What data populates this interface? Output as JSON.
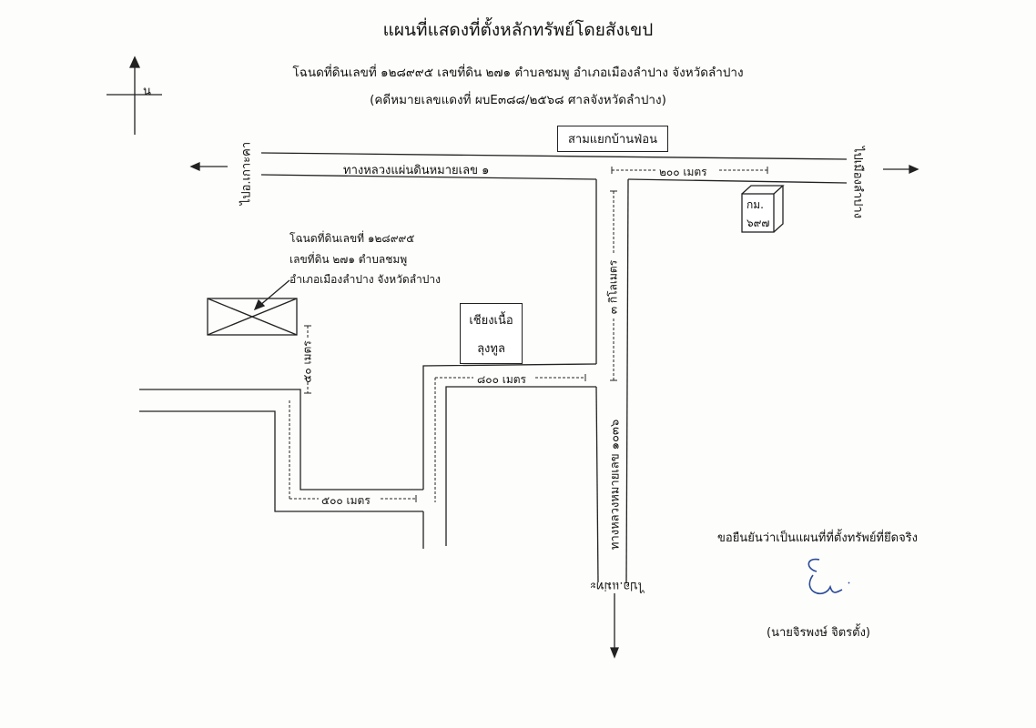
{
  "title": "แผนที่แสดงที่ตั้งหลักทรัพย์โดยสังเขป",
  "subtitle": "โฉนดที่ดินเลขที่ ๑๒๘๙๙๕ เลขที่ดิน ๒๗๑  ตำบลชมพู  อำเภอเมืองลำปาง จังหวัดลำปาง",
  "case_line": "(คดีหมายเลขแดงที่ ผบE๓๘๘/๒๕๖๘ ศาลจังหวัดลำปาง)",
  "north_label": "น",
  "landmarks": {
    "junction": "สามแยกบ้านฟ่อน",
    "km_marker_line1": "กม.",
    "km_marker_line2": "๖๙๗",
    "shop_line1": "เชียงเนื้อ",
    "shop_line2": "ลุงทูล"
  },
  "roads": {
    "highway1": "ทางหลวงแผ่นดินหมายเลข ๑",
    "highway1036": "ทางหลวงหมายเลข ๑๐๓๖"
  },
  "directions": {
    "west": "ไปอ.เกาะคา",
    "east": "ไปเมืองลำปาง",
    "south": "ไปอ.แม่ทะ"
  },
  "distances": {
    "d200": "๒๐๐ เมตร",
    "d3km": "๓ กิโลเมตร",
    "d800": "๘๐๐ เมตร",
    "d50": "๕๐ เมตร",
    "d500": "๕๐๐ เมตร"
  },
  "property_label": {
    "line1": "โฉนดที่ดินเลขที่ ๑๒๘๙๙๕",
    "line2": "เลขที่ดิน ๒๗๑  ตำบลชมพู",
    "line3": "อำเภอเมืองลำปาง จังหวัดลำปาง"
  },
  "certification": "ขอยืนยันว่าเป็นแผนที่ที่ตั้งทรัพย์ที่ยึดจริง",
  "signer": "(นายจิรพงษ์ จิตรตั้ง)",
  "colors": {
    "ink": "#111111",
    "signature": "#2a4a9a"
  }
}
